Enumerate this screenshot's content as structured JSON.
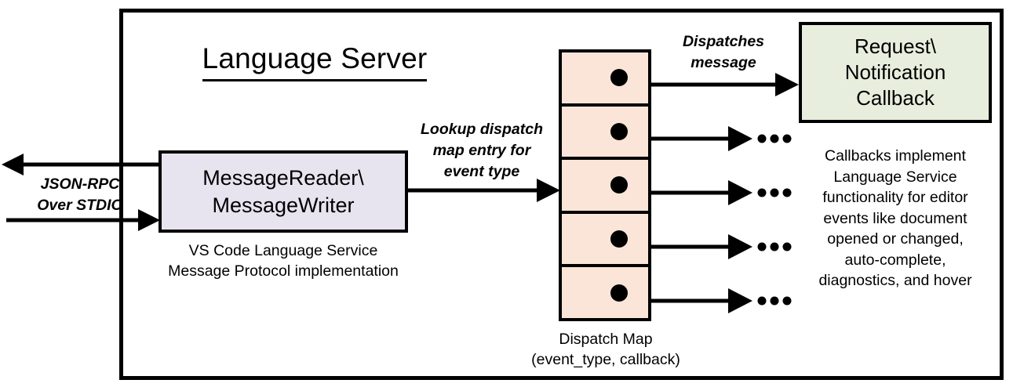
{
  "diagram": {
    "title": "Language Server",
    "frame": {
      "name": "language-server-boundary"
    },
    "message_io": {
      "line1": "MessageReader\\",
      "line2": "MessageWriter",
      "caption_line1": "VS Code Language Service",
      "caption_line2": "Message Protocol implementation",
      "fill_color": "#E8E4EF"
    },
    "transport": {
      "label_line1": "JSON-RPC",
      "label_line2": "Over STDIO",
      "outbound_direction": "left",
      "inbound_direction": "right"
    },
    "lookup_edge": {
      "label_line1": "Lookup dispatch",
      "label_line2": "map entry for",
      "label_line3": "event type"
    },
    "dispatch_map": {
      "caption_line1": "Dispatch Map",
      "caption_line2": "(event_type, callback)",
      "fill_color": "#FAE5D8",
      "entries": [
        {
          "id": "entry-1",
          "target": "callback-box",
          "ellipsis": ""
        },
        {
          "id": "entry-2",
          "target": "ellipsis",
          "ellipsis": "• • •"
        },
        {
          "id": "entry-3",
          "target": "ellipsis",
          "ellipsis": "• • •"
        },
        {
          "id": "entry-4",
          "target": "ellipsis",
          "ellipsis": "• • •"
        },
        {
          "id": "entry-5",
          "target": "ellipsis",
          "ellipsis": "• • •"
        }
      ]
    },
    "dispatch_edge": {
      "label_line1": "Dispatches",
      "label_line2": "message"
    },
    "callback": {
      "line1": "Request\\",
      "line2": "Notification",
      "line3": "Callback",
      "fill_color": "#E8EEDE",
      "caption_line1": "Callbacks implement",
      "caption_line2": "Language Service",
      "caption_line3": "functionality for editor",
      "caption_line4": "events like document",
      "caption_line5": "opened or changed,",
      "caption_line6": "auto-complete,",
      "caption_line7": "diagnostics, and hover"
    }
  }
}
